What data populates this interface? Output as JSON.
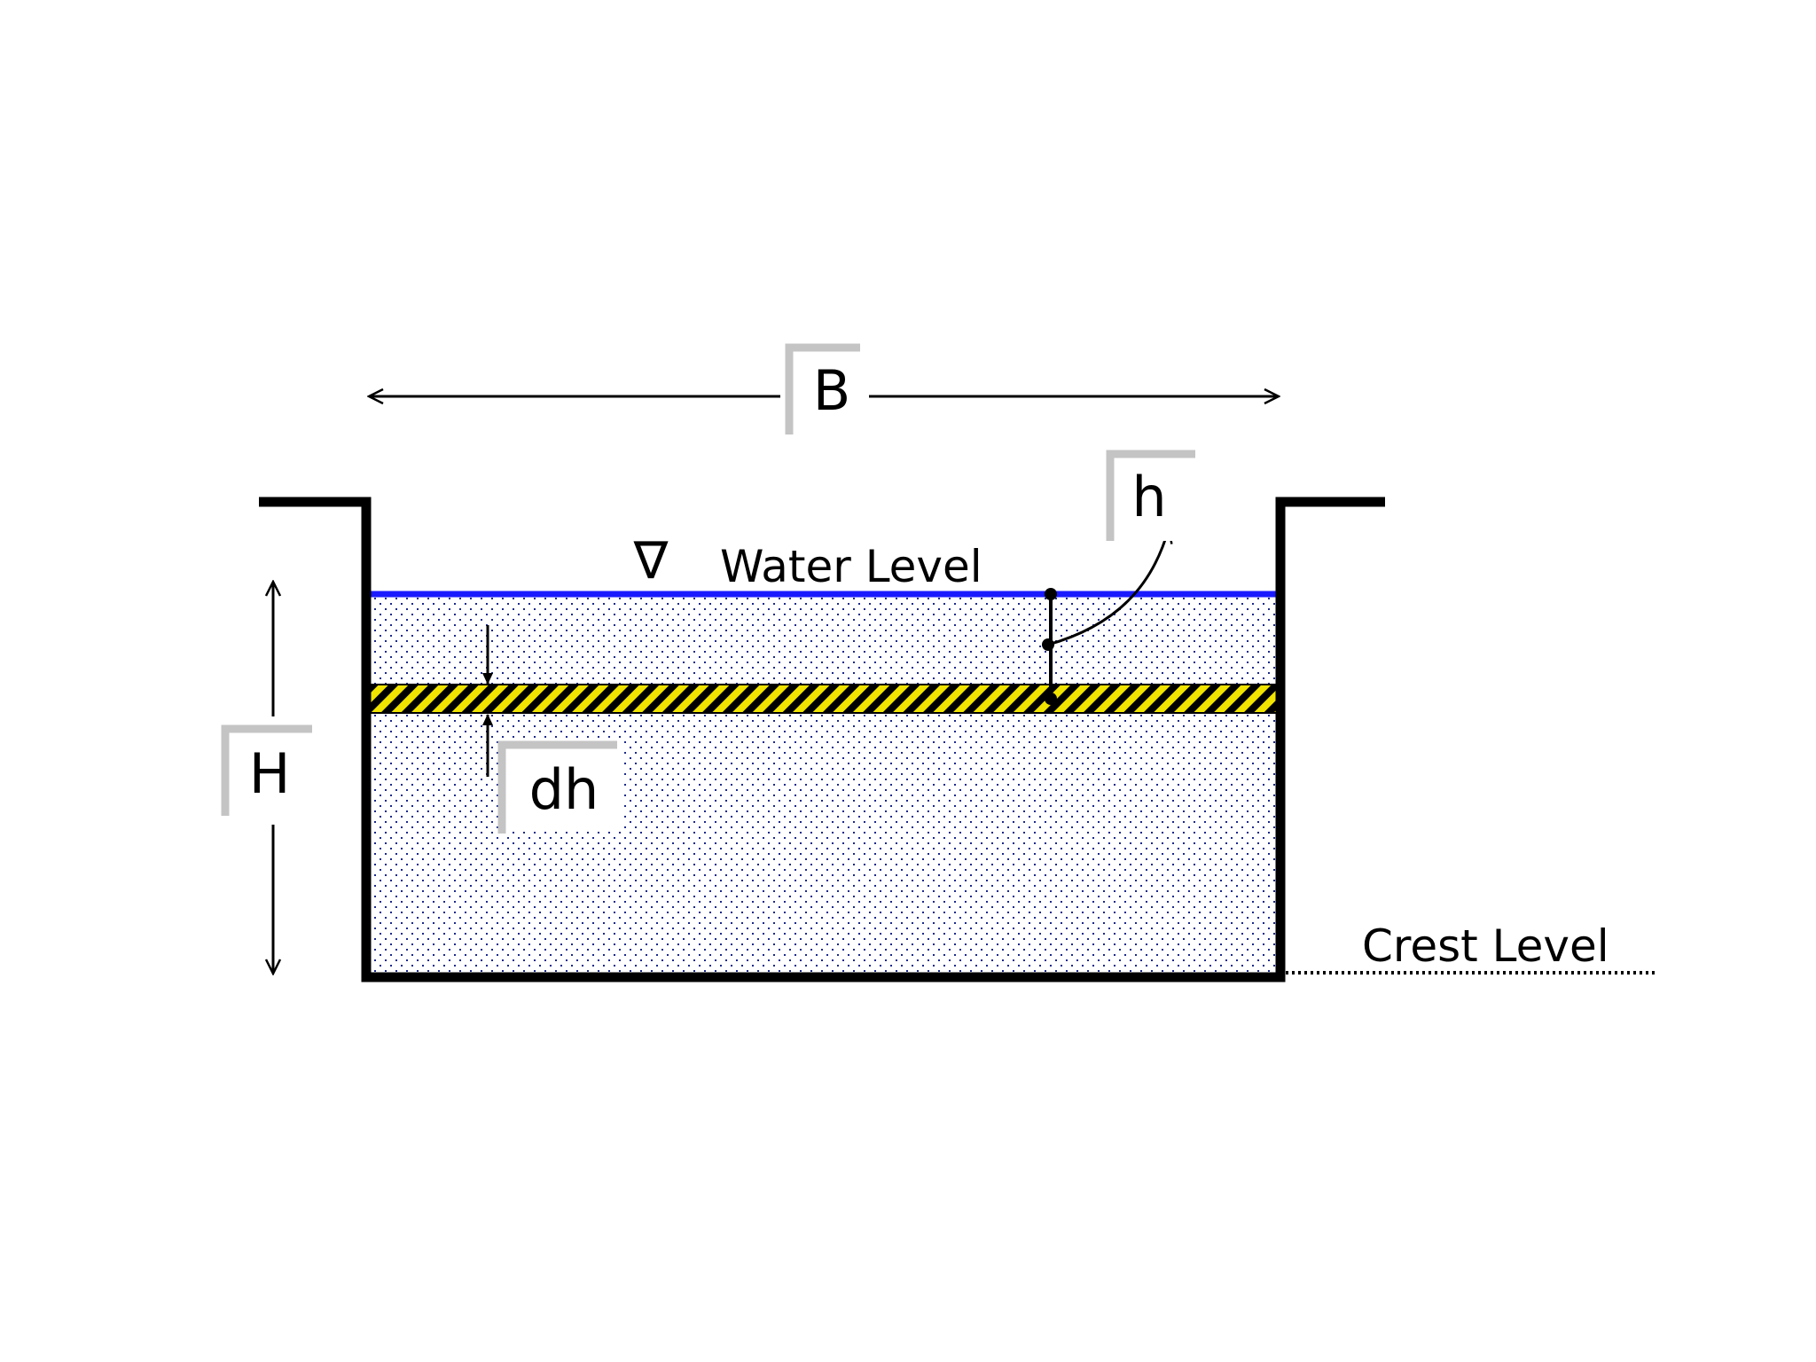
{
  "labels": {
    "width_symbol": "B",
    "head_symbol": "h",
    "total_head_symbol": "H",
    "strip_symbol": "dh",
    "water_level_symbol": "∇",
    "water_level": "Water Level",
    "crest_level": "Crest Level"
  },
  "colors": {
    "water_surface": "#1a1aff",
    "water_stipple": "#1c2a8c",
    "strip_yellow": "#f0e400",
    "wall": "#000000",
    "label_bracket": "#c4c4c4"
  }
}
